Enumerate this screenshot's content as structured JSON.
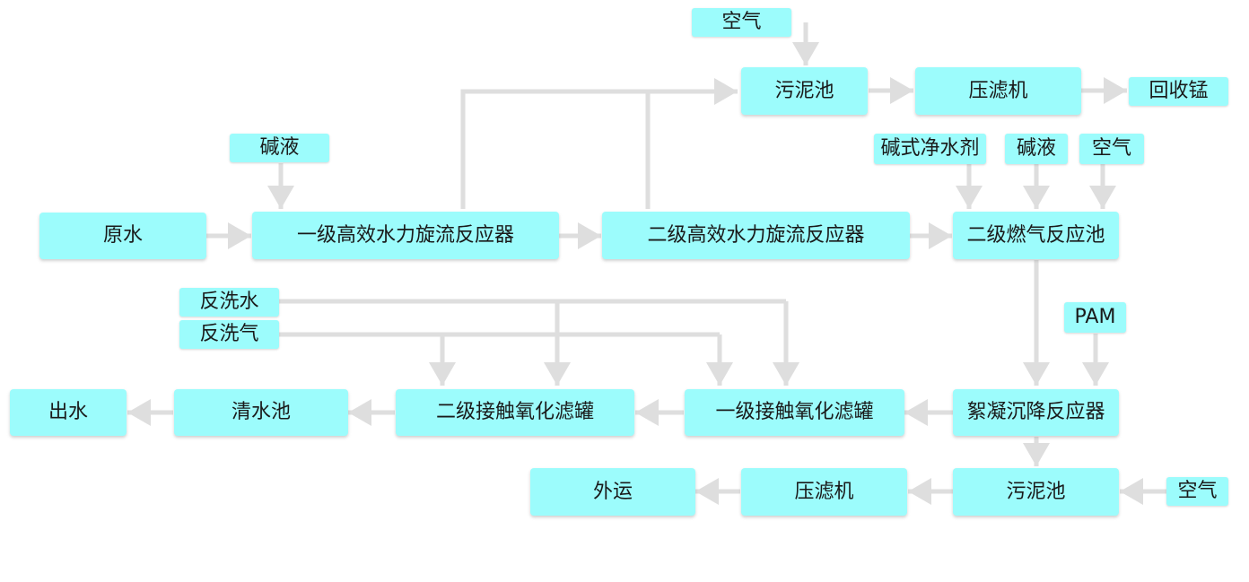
{
  "nodes": {
    "raw_water": "原水",
    "alkali_1": "碱液",
    "reactor_1": "一级高效水力旋流反应器",
    "reactor_2": "二级高效水力旋流反应器",
    "gas_reaction_tank": "二级燃气反应池",
    "air_top": "空气",
    "sludge_tank_top": "污泥池",
    "filter_press_top": "压滤机",
    "recover_mn": "回收锰",
    "basic_coagulant": "碱式净水剂",
    "alkali_2": "碱液",
    "air_right": "空气",
    "pam": "PAM",
    "floc_reactor": "絮凝沉降反应器",
    "backwash_water": "反洗水",
    "backwash_air": "反洗气",
    "contact_filter_1": "一级接触氧化滤罐",
    "contact_filter_2": "二级接触氧化滤罐",
    "clear_tank": "清水池",
    "outlet_water": "出水",
    "sludge_tank_bottom": "污泥池",
    "air_bottom": "空气",
    "filter_press_bottom": "压滤机",
    "export": "外运"
  },
  "colors": {
    "node_fill": "#9cfcfc",
    "connector": "#dedede"
  }
}
